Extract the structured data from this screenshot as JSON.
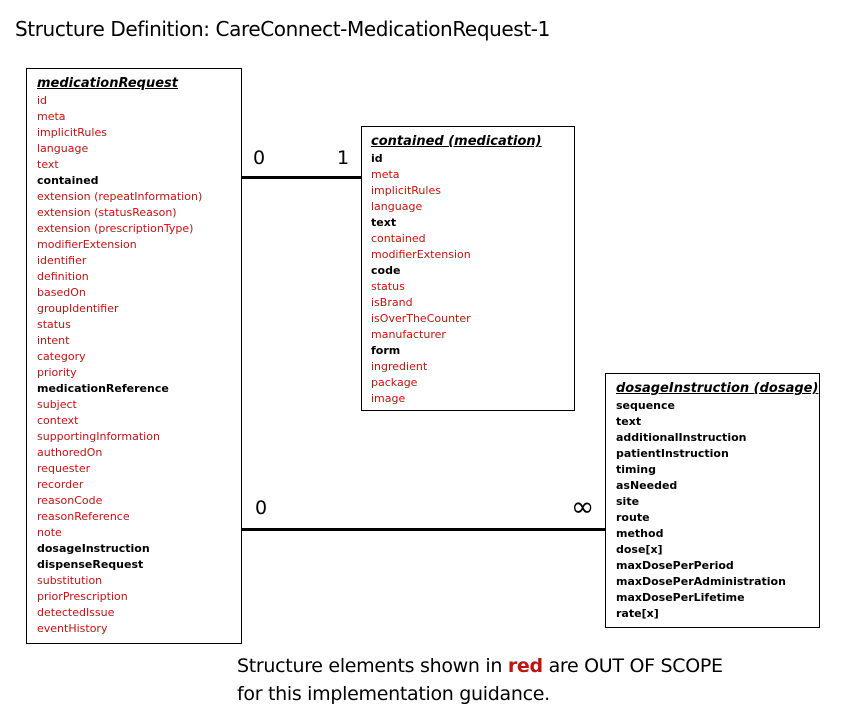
{
  "page_title": "Structure Definition: CareConnect-MedicationRequest-1",
  "boxes": {
    "medication_request": {
      "title": "medicationRequest",
      "fields": [
        {
          "label": "id",
          "status": "out"
        },
        {
          "label": "meta",
          "status": "out"
        },
        {
          "label": "implicitRules",
          "status": "out"
        },
        {
          "label": "language",
          "status": "out"
        },
        {
          "label": "text",
          "status": "out"
        },
        {
          "label": "contained",
          "status": "in"
        },
        {
          "label": "extension (repeatInformation)",
          "status": "out"
        },
        {
          "label": "extension (statusReason)",
          "status": "out"
        },
        {
          "label": "extension (prescriptionType)",
          "status": "out"
        },
        {
          "label": "modifierExtension",
          "status": "out"
        },
        {
          "label": "identifier",
          "status": "out"
        },
        {
          "label": "definition",
          "status": "out"
        },
        {
          "label": "basedOn",
          "status": "out"
        },
        {
          "label": "groupIdentifier",
          "status": "out"
        },
        {
          "label": "status",
          "status": "out"
        },
        {
          "label": "intent",
          "status": "out"
        },
        {
          "label": "category",
          "status": "out"
        },
        {
          "label": "priority",
          "status": "out"
        },
        {
          "label": "medicationReference",
          "status": "in"
        },
        {
          "label": "subject",
          "status": "out"
        },
        {
          "label": "context",
          "status": "out"
        },
        {
          "label": "supportingInformation",
          "status": "out"
        },
        {
          "label": "authoredOn",
          "status": "out"
        },
        {
          "label": "requester",
          "status": "out"
        },
        {
          "label": "recorder",
          "status": "out"
        },
        {
          "label": "reasonCode",
          "status": "out"
        },
        {
          "label": "reasonReference",
          "status": "out"
        },
        {
          "label": "note",
          "status": "out"
        },
        {
          "label": "dosageInstruction",
          "status": "in"
        },
        {
          "label": "dispenseRequest",
          "status": "in"
        },
        {
          "label": "substitution",
          "status": "out"
        },
        {
          "label": "priorPrescription",
          "status": "out"
        },
        {
          "label": "detectedIssue",
          "status": "out"
        },
        {
          "label": "eventHistory",
          "status": "out"
        }
      ]
    },
    "contained_medication": {
      "title": "contained (medication)",
      "fields": [
        {
          "label": "id",
          "status": "in"
        },
        {
          "label": "meta",
          "status": "out"
        },
        {
          "label": "implicitRules",
          "status": "out"
        },
        {
          "label": "language",
          "status": "out"
        },
        {
          "label": "text",
          "status": "in"
        },
        {
          "label": "contained",
          "status": "out"
        },
        {
          "label": "modifierExtension",
          "status": "out"
        },
        {
          "label": "code",
          "status": "in"
        },
        {
          "label": "status",
          "status": "out"
        },
        {
          "label": "isBrand",
          "status": "out"
        },
        {
          "label": "isOverTheCounter",
          "status": "out"
        },
        {
          "label": "manufacturer",
          "status": "out"
        },
        {
          "label": "form",
          "status": "in"
        },
        {
          "label": "ingredient",
          "status": "out"
        },
        {
          "label": "package",
          "status": "out"
        },
        {
          "label": "image",
          "status": "out"
        }
      ]
    },
    "dosage_instruction": {
      "title": "dosageInstruction  (dosage)",
      "fields": [
        {
          "label": "sequence",
          "status": "in"
        },
        {
          "label": "text",
          "status": "in"
        },
        {
          "label": "additionalInstruction",
          "status": "in"
        },
        {
          "label": "patientInstruction",
          "status": "in"
        },
        {
          "label": "timing",
          "status": "in"
        },
        {
          "label": "asNeeded",
          "status": "in"
        },
        {
          "label": "site",
          "status": "in"
        },
        {
          "label": "route",
          "status": "in"
        },
        {
          "label": "method",
          "status": "in"
        },
        {
          "label": "dose[x]",
          "status": "in"
        },
        {
          "label": "maxDosePerPeriod",
          "status": "in"
        },
        {
          "label": "maxDosePerAdministration",
          "status": "in"
        },
        {
          "label": "maxDosePerLifetime",
          "status": "in"
        },
        {
          "label": "rate[x]",
          "status": "in"
        }
      ]
    }
  },
  "connectors": {
    "medication": {
      "from_cardinality": "0",
      "to_cardinality": "1"
    },
    "dosage": {
      "from_cardinality": "0",
      "to_cardinality": "∞"
    }
  },
  "colors": {
    "out_of_scope": "#c0150f",
    "in_scope": "#000000"
  },
  "footer": {
    "line1_before": "Structure elements shown in ",
    "line1_highlight": "red",
    "line1_after": " are OUT OF SCOPE",
    "line2": "for this implementation guidance."
  }
}
